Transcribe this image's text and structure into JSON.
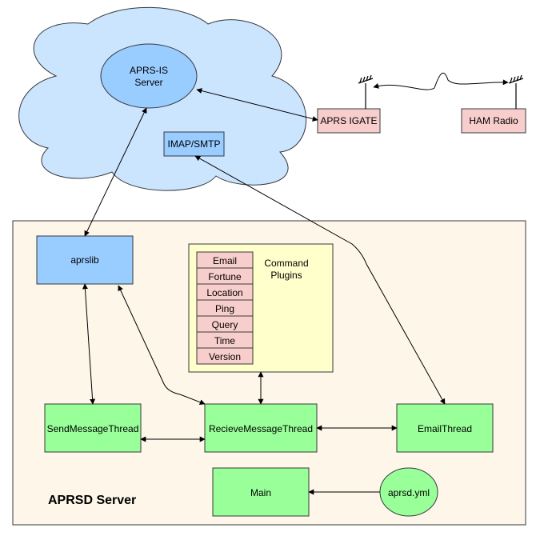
{
  "cloud": {
    "server_line1": "APRS-IS",
    "server_line2": "Server",
    "imap": "IMAP/SMTP"
  },
  "external": {
    "igate": "APRS IGATE",
    "ham": "HAM Radio"
  },
  "server_box": {
    "title": "APRSD Server"
  },
  "nodes": {
    "aprslib": "aprslib",
    "send": "SendMessageThread",
    "recv": "RecieveMessageThread",
    "email": "EmailThread",
    "main": "Main",
    "config": "aprsd.yml"
  },
  "plugins": {
    "title_line1": "Command",
    "title_line2": "Plugins",
    "items": [
      "Email",
      "Fortune",
      "Location",
      "Ping",
      "Query",
      "Time",
      "Version"
    ]
  },
  "colors": {
    "cloud": "#cce5ff",
    "server_ellipse": "#99ccff",
    "blue_box": "#99ccff",
    "pink_box": "#f8cecc",
    "green_box": "#99ff99",
    "yellow_box": "#ffffcc",
    "panel": "#fdf6e9"
  }
}
